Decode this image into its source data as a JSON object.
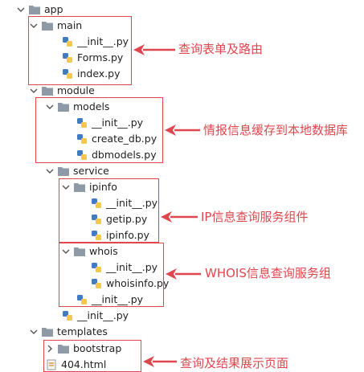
{
  "tree": [
    {
      "name": "app",
      "type": "folder",
      "open": true
    },
    {
      "name": "main",
      "type": "folder",
      "open": true
    },
    {
      "name": "__init__.py",
      "type": "py"
    },
    {
      "name": "Forms.py",
      "type": "py"
    },
    {
      "name": "index.py",
      "type": "py"
    },
    {
      "name": "module",
      "type": "folder",
      "open": true
    },
    {
      "name": "models",
      "type": "folder",
      "open": true
    },
    {
      "name": "__init__.py",
      "type": "py"
    },
    {
      "name": "create_db.py",
      "type": "py"
    },
    {
      "name": "dbmodels.py",
      "type": "py"
    },
    {
      "name": "service",
      "type": "folder",
      "open": true
    },
    {
      "name": "ipinfo",
      "type": "folder",
      "open": true
    },
    {
      "name": "__init__.py",
      "type": "py"
    },
    {
      "name": "getip.py",
      "type": "py"
    },
    {
      "name": "ipinfo.py",
      "type": "py"
    },
    {
      "name": "whois",
      "type": "folder",
      "open": true
    },
    {
      "name": "__init__.py",
      "type": "py"
    },
    {
      "name": "whoisinfo.py",
      "type": "py"
    },
    {
      "name": "__init__.py",
      "type": "py"
    },
    {
      "name": "__init__.py",
      "type": "py"
    },
    {
      "name": "templates",
      "type": "folder",
      "open": true
    },
    {
      "name": "bootstrap",
      "type": "folder",
      "open": false
    },
    {
      "name": "404.html",
      "type": "html"
    }
  ],
  "annotations": [
    "查询表单及路由",
    "情报信息缓存到本地数据库",
    "IP信息查询服务组件",
    "WHOIS信息查询服务组",
    "查询及结果展示页面"
  ],
  "colors": {
    "accent": "#e0464e",
    "folder": "#8e9aa6",
    "python_blue": "#3f7cc0",
    "python_yellow": "#f2c94c"
  }
}
